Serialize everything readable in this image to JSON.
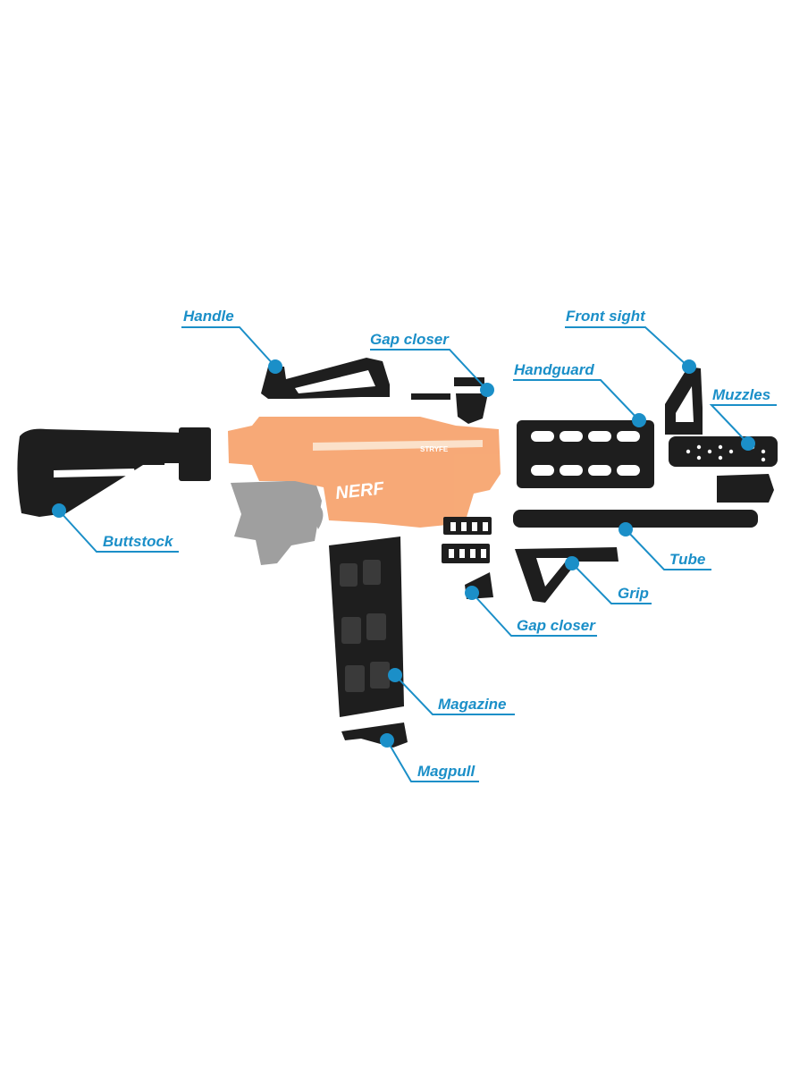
{
  "colors": {
    "accent": "#1b8fc8",
    "part": "#1e1e1e",
    "blaster_body": "#f7a570",
    "blaster_grip": "#9a9a9a"
  },
  "blaster": {
    "brand_mark": "NERF",
    "model_mark": "STRYFE"
  },
  "labels": {
    "handle": "Handle",
    "gap_closer_top": "Gap closer",
    "handguard": "Handguard",
    "front_sight": "Front sight",
    "muzzles": "Muzzles",
    "buttstock": "Buttstock",
    "tube": "Tube",
    "grip": "Grip",
    "gap_closer_bottom": "Gap closer",
    "magazine": "Magazine",
    "magpull": "Magpull"
  }
}
